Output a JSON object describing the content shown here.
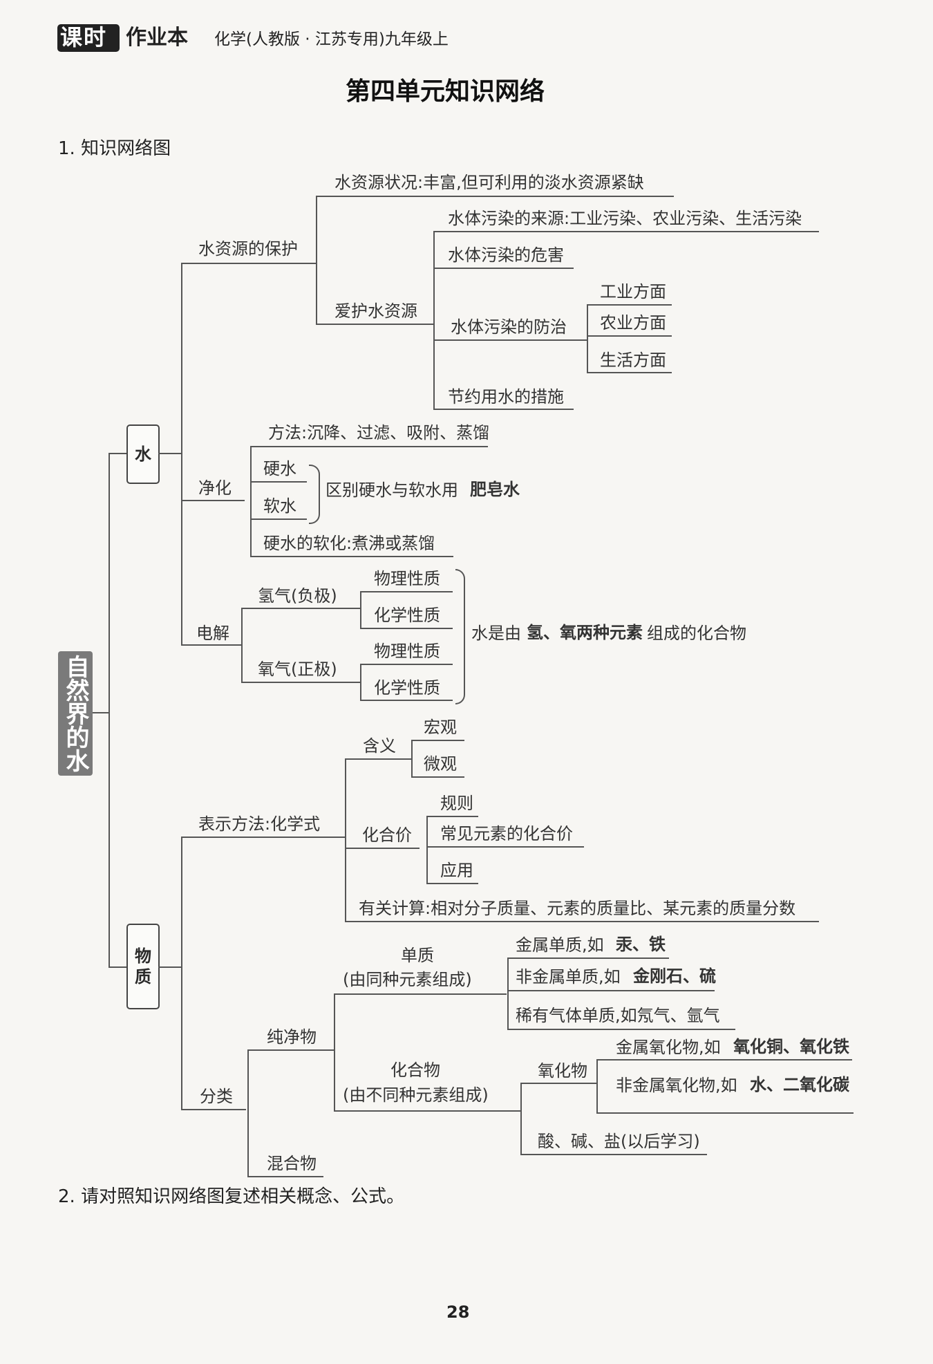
{
  "header": {
    "brand": "课时",
    "brand_sub": "作业本",
    "subject": "化学(人教版 · 江苏专用)九年级上"
  },
  "page_title": "第四单元知识网络",
  "section1": {
    "label": "1. 知识网络图"
  },
  "section2": {
    "label": "2. 请对照知识网络图复述相关概念、公式。"
  },
  "page_number": "28",
  "tree": {
    "root": "自然界的水",
    "water": {
      "label": "水",
      "protection": {
        "label": "水资源的保护",
        "status": "水资源状况:丰富,但可利用的淡水资源紧缺",
        "care": {
          "label": "爱护水资源",
          "pollution_source": "水体污染的来源:工业污染、农业污染、生活污染",
          "pollution_harm": "水体污染的危害",
          "prevention": {
            "label": "水体污染的防治",
            "items": [
              "工业方面",
              "农业方面",
              "生活方面"
            ]
          },
          "saving": "节约用水的措施"
        }
      },
      "purification": {
        "label": "净化",
        "method": "方法:沉降、过滤、吸附、蒸馏",
        "hard_water": "硬水",
        "soft_water": "软水",
        "distinguish_prefix": "区别硬水与软水用",
        "distinguish_answer": "肥皂水",
        "softening": "硬水的软化:煮沸或蒸馏"
      },
      "electrolysis": {
        "label": "电解",
        "hydrogen": "氢气(负极)",
        "oxygen": "氧气(正极)",
        "physical": "物理性质",
        "chemical": "化学性质",
        "conclusion_prefix": "水是由",
        "conclusion_answer": "氢、氧两种元素",
        "conclusion_suffix": "组成的化合物"
      }
    },
    "matter": {
      "label": "物质",
      "representation": {
        "label": "表示方法:化学式",
        "meaning": {
          "label": "含义",
          "macro": "宏观",
          "micro": "微观"
        },
        "valence": {
          "label": "化合价",
          "rules": "规则",
          "common": "常见元素的化合价",
          "application": "应用"
        },
        "calculation": "有关计算:相对分子质量、元素的质量比、某元素的质量分数"
      },
      "classification": {
        "label": "分类",
        "pure": {
          "label": "纯净物",
          "element": {
            "label_line1": "单质",
            "label_line2": "(由同种元素组成)",
            "metal_prefix": "金属单质,如",
            "metal_answer": "汞、铁",
            "nonmetal_prefix": "非金属单质,如",
            "nonmetal_answer": "金刚石、硫",
            "noble": "稀有气体单质,如氖气、氩气"
          },
          "compound": {
            "label_line1": "化合物",
            "label_line2": "(由不同种元素组成)",
            "oxide": {
              "label": "氧化物",
              "metal_prefix": "金属氧化物,如",
              "metal_answer": "氧化铜、氧化铁",
              "nonmetal_prefix": "非金属氧化物,如",
              "nonmetal_answer": "水、二氧化碳"
            },
            "acid_base_salt": "酸、碱、盐(以后学习)"
          }
        },
        "mixture": "混合物"
      }
    }
  }
}
